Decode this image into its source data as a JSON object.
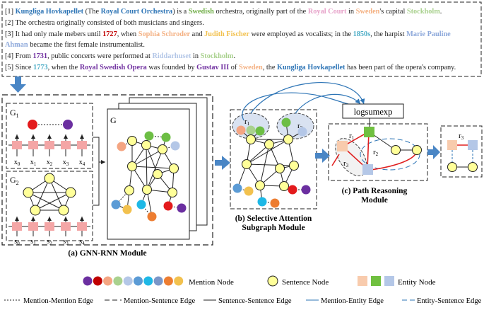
{
  "text_box": {
    "l1": [
      {
        "t": "[1] ",
        "c": "#222",
        "b": false
      },
      {
        "t": "Kungliga Hovkapellet",
        "c": "#2E75B6",
        "b": true
      },
      {
        "t": " (The ",
        "c": "#222",
        "b": false
      },
      {
        "t": "Royal Court Orchestra",
        "c": "#2E75B6",
        "b": true
      },
      {
        "t": ") is a ",
        "c": "#222",
        "b": false
      },
      {
        "t": "Swedish",
        "c": "#70AD47",
        "b": true
      },
      {
        "t": " orchestra, originally part of the ",
        "c": "#222",
        "b": false
      },
      {
        "t": "Royal Court",
        "c": "#E6A0C8",
        "b": true
      },
      {
        "t": " in ",
        "c": "#222",
        "b": false
      },
      {
        "t": "Sweden",
        "c": "#F4B183",
        "b": true
      },
      {
        "t": "'s capital ",
        "c": "#222",
        "b": false
      },
      {
        "t": "Stockholm",
        "c": "#A9D18E",
        "b": true
      },
      {
        "t": ".",
        "c": "#222",
        "b": false
      }
    ],
    "l2": [
      {
        "t": "[2] The orchestra originally consisted of both musicians and singers.",
        "c": "#222",
        "b": false
      }
    ],
    "l3": [
      {
        "t": "[3] It had only male mebers until ",
        "c": "#222",
        "b": false
      },
      {
        "t": "1727",
        "c": "#C00000",
        "b": true
      },
      {
        "t": ", when ",
        "c": "#222",
        "b": false
      },
      {
        "t": "Sophia Schroder",
        "c": "#F4B183",
        "b": true
      },
      {
        "t": " and ",
        "c": "#222",
        "b": false
      },
      {
        "t": "Judith Fischer",
        "c": "#F2C14E",
        "b": true
      },
      {
        "t": " were employed as vocalists; in the ",
        "c": "#222",
        "b": false
      },
      {
        "t": "1850s",
        "c": "#4BACC6",
        "b": true
      },
      {
        "t": ", the harpist ",
        "c": "#222",
        "b": false
      },
      {
        "t": "Marie Pauline",
        "c": "#8EA9DB",
        "b": true
      }
    ],
    "l4": [
      {
        "t": "Ahman",
        "c": "#8EA9DB",
        "b": true
      },
      {
        "t": " became the first female instrumentalist.",
        "c": "#222",
        "b": false
      }
    ],
    "l5": [
      {
        "t": "[4] From ",
        "c": "#222",
        "b": false
      },
      {
        "t": "1731",
        "c": "#7030A0",
        "b": true
      },
      {
        "t": ", public concerts were performed at ",
        "c": "#222",
        "b": false
      },
      {
        "t": "Riddarhuset",
        "c": "#B4C7E7",
        "b": true
      },
      {
        "t": " in ",
        "c": "#222",
        "b": false
      },
      {
        "t": "Stockholm",
        "c": "#A9D18E",
        "b": true
      },
      {
        "t": ".",
        "c": "#222",
        "b": false
      }
    ],
    "l6": [
      {
        "t": "[5] Since ",
        "c": "#222",
        "b": false
      },
      {
        "t": "1773",
        "c": "#4BACC6",
        "b": true
      },
      {
        "t": ", when the ",
        "c": "#222",
        "b": false
      },
      {
        "t": "Royal Swedish Opera",
        "c": "#7030A0",
        "b": true
      },
      {
        "t": " was founded by ",
        "c": "#222",
        "b": false
      },
      {
        "t": "Gustav III",
        "c": "#7030A0",
        "b": true
      },
      {
        "t": " of ",
        "c": "#222",
        "b": false
      },
      {
        "t": "Sweden",
        "c": "#F4B183",
        "b": true
      },
      {
        "t": ", the ",
        "c": "#222",
        "b": false
      },
      {
        "t": "Kungliga Hovkapellet",
        "c": "#2E75B6",
        "b": true
      },
      {
        "t": " has been part of the opera's company.",
        "c": "#222",
        "b": false
      }
    ]
  },
  "gnn": {
    "g1": "G",
    "g1_sub": "1",
    "g2": "G",
    "g2_sub": "2",
    "g": "G",
    "x0": "x",
    "x0s": "0",
    "x1": "x",
    "x1s": "1",
    "x2": "x",
    "x2s": "2",
    "x3": "x",
    "x3s": "3",
    "x4": "x",
    "x4s": "4",
    "s0": "s",
    "s0s": "0",
    "s1": "s",
    "s1s": "1",
    "s2": "s",
    "s2s": "2",
    "s3": "s",
    "s3s": "3",
    "s4": "s",
    "s4s": "4",
    "caption": "(a) GNN-RNN Module"
  },
  "attention": {
    "r1": "r",
    "r1s": "1",
    "r2": "r",
    "r2s": "2",
    "caption_l1": "(b) Selective Attention",
    "caption_l2": "Subgraph Module"
  },
  "path": {
    "logsumexp": "logsumexp",
    "r1": "r",
    "r1s": "1",
    "r2": "r",
    "r2s": "2",
    "r3": "r",
    "r3s": "3",
    "caption_l1": "(c)  Path Reasoning",
    "caption_l2": "Module"
  },
  "result": {
    "r3": "r",
    "r3s": "3"
  },
  "legend": {
    "mention_colors": [
      "#6B2FA0",
      "#C00000",
      "#F4A582",
      "#A9D18E",
      "#B4C7E7",
      "#5B9BD5",
      "#1EB8E6",
      "#7A96C8",
      "#ED7D31",
      "#F2C14E"
    ],
    "mention_node": "Mention Node",
    "sentence_node": "Sentence Node",
    "entity_colors": [
      "#F8CBAD",
      "#70C040",
      "#B4C7E7"
    ],
    "entity_node": "Entity Node",
    "mm_edge": "Mention-Mention Edge",
    "ms_edge": "Mention-Sentence Edge",
    "ss_edge": "Sentence-Sentence Edge",
    "me_edge": "Mention-Entity Edge",
    "es_edge": "Entity-Sentence Edge"
  },
  "colors": {
    "sentence_fill": "#FFFF99",
    "token_fill": "#F4A6A6",
    "arrow_blue": "#4A86C5",
    "edge_blue": "#2E75B6",
    "red_edge": "#E02020",
    "purple": "#6B2FA0",
    "red": "#E31A1C",
    "green": "#6DBE45",
    "orange": "#ED7D31",
    "peach": "#F4A582",
    "lightblue": "#1EB8E6",
    "steel": "#5B9BD5",
    "periwinkle": "#B4C7E7",
    "gold": "#F2C14E"
  }
}
